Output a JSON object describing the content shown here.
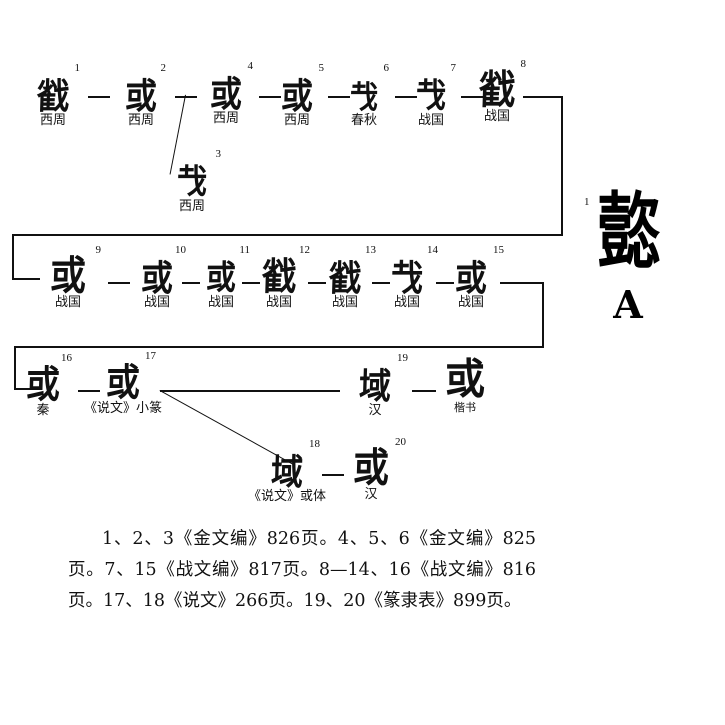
{
  "page": {
    "title": "或 字形演变表",
    "background_color": "#ffffff",
    "ink_color": "#111111"
  },
  "headword": {
    "seal_glyph": "㦤",
    "marker": "1",
    "letter": "A"
  },
  "rows": [
    {
      "row_id": "row-1",
      "items": [
        {
          "index": "1",
          "glyph": "𢧵",
          "era": "西周"
        },
        {
          "index": "2",
          "glyph": "或",
          "era": "西周"
        },
        {
          "index": "4",
          "glyph": "或",
          "era": "西周"
        },
        {
          "index": "5",
          "glyph": "或",
          "era": "西周"
        },
        {
          "index": "6",
          "glyph": "𢦏",
          "era": "春秋"
        },
        {
          "index": "7",
          "glyph": "𢦏",
          "era": "战国"
        },
        {
          "index": "8",
          "glyph": "𢧵",
          "era": "战国"
        }
      ]
    },
    {
      "row_id": "row-2",
      "items": [
        {
          "index": "9",
          "glyph": "或",
          "era": "战国"
        },
        {
          "index": "10",
          "glyph": "或",
          "era": "战国"
        },
        {
          "index": "11",
          "glyph": "或",
          "era": "战国"
        },
        {
          "index": "12",
          "glyph": "𢧵",
          "era": "战国"
        },
        {
          "index": "13",
          "glyph": "𢧵",
          "era": "战国"
        },
        {
          "index": "14",
          "glyph": "𢦏",
          "era": "战国"
        },
        {
          "index": "15",
          "glyph": "或",
          "era": "战国"
        }
      ]
    },
    {
      "row_id": "row-3",
      "items": [
        {
          "index": "16",
          "glyph": "或",
          "era": "秦"
        },
        {
          "index": "17",
          "glyph": "或",
          "era": "《说文》小篆"
        },
        {
          "index": "19",
          "glyph": "域",
          "era": "汉"
        },
        {
          "index": "20",
          "glyph": "或",
          "era": "楷书"
        }
      ]
    }
  ],
  "branches": [
    {
      "index": "3",
      "glyph": "𢦏",
      "era": "西周",
      "from": "2"
    },
    {
      "index": "18",
      "glyph": "域",
      "era": "《说文》或体",
      "from": "17"
    },
    {
      "index": "20",
      "glyph": "或",
      "era": "汉",
      "from": "18"
    }
  ],
  "footnote": {
    "text": "1、2、3《金文编》826页。4、5、6《金文编》825页。7、15《战文编》817页。8—14、16《战文编》816页。17、18《说文》266页。19、20《篆隶表》899页。"
  }
}
